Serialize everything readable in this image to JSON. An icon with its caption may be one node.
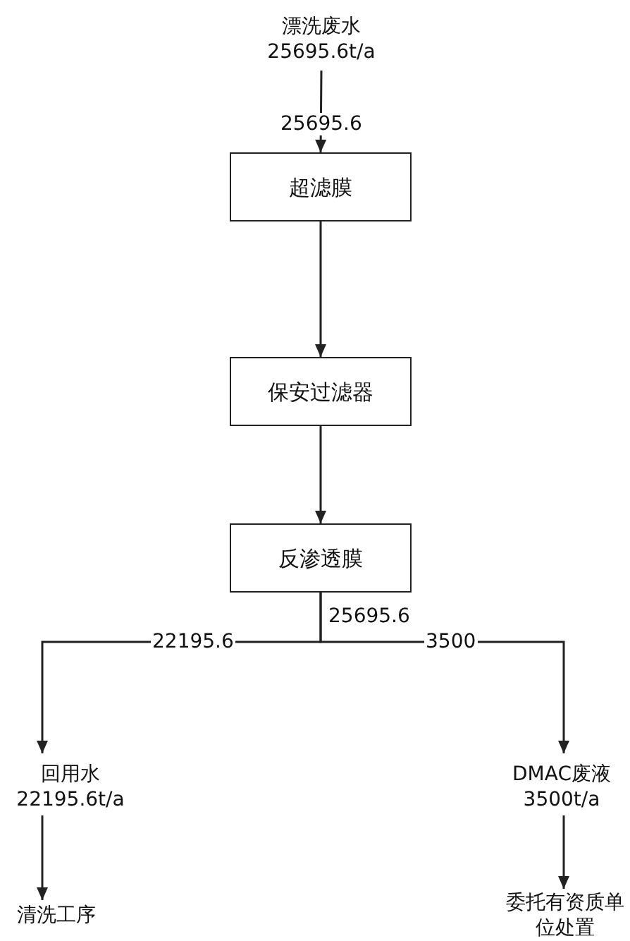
{
  "diagram": {
    "nodes": [
      {
        "text": [
          "漂洗废水",
          "25695.6t/a"
        ]
      },
      {
        "text": [
          "超滤膜"
        ]
      },
      {
        "text": [
          "保安过滤器"
        ]
      },
      {
        "text": [
          "反渗透膜"
        ]
      },
      {
        "text": [
          "回用水",
          "22195.6t/a"
        ]
      },
      {
        "text": [
          "清洗工序"
        ]
      },
      {
        "text": [
          "DMAC废液",
          "3500t/a"
        ]
      },
      {
        "text": [
          "委托有资质单位处置"
        ]
      }
    ],
    "edges": [
      {
        "from": 0,
        "to": 1,
        "arrow": "to",
        "label": "25695.6"
      },
      {
        "from": 1,
        "to": 2,
        "arrow": "to"
      },
      {
        "from": 2,
        "to": 3,
        "arrow": "to"
      },
      {
        "from": 3,
        "to": 4,
        "arrow": "to",
        "label": "22195.6"
      },
      {
        "from": 3,
        "to": 6,
        "arrow": "to",
        "label": "3500"
      },
      {
        "from": 4,
        "to": 5,
        "arrow": "to"
      },
      {
        "from": 6,
        "to": 7,
        "arrow": "to"
      }
    ],
    "labels": [
      "25695.6"
    ]
  }
}
